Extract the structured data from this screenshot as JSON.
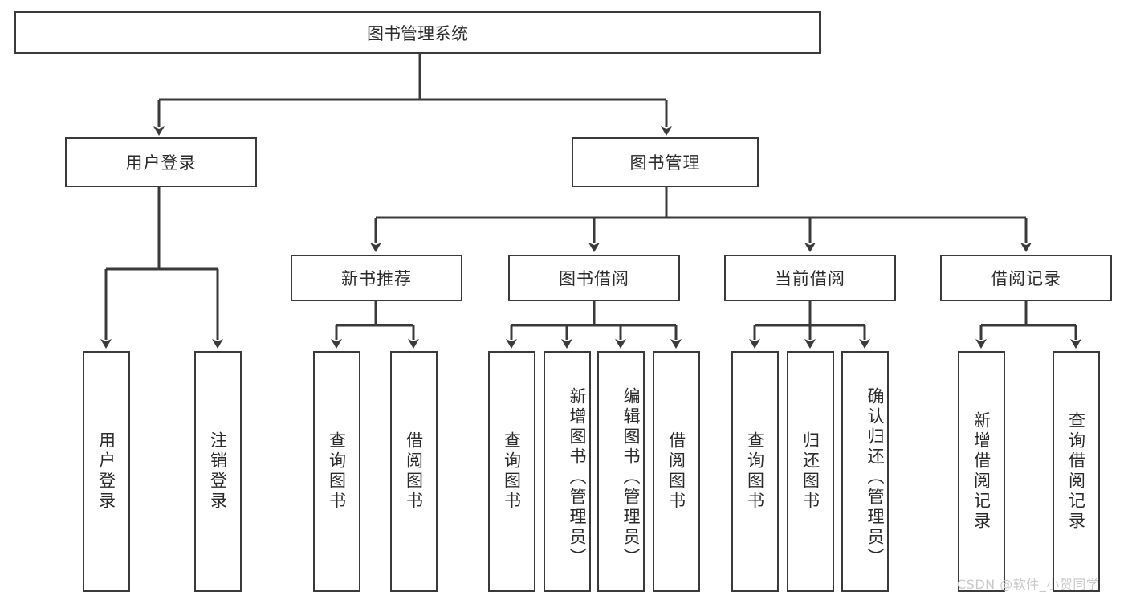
{
  "diagram": {
    "type": "tree",
    "title": "图书管理系统",
    "root": {
      "label": "图书管理系统"
    },
    "level2": [
      {
        "label": "用户登录"
      },
      {
        "label": "图书管理"
      }
    ],
    "level3": [
      {
        "label": "新书推荐"
      },
      {
        "label": "图书借阅"
      },
      {
        "label": "当前借阅"
      },
      {
        "label": "借阅记录"
      }
    ],
    "leaves": {
      "user_login": [
        {
          "label": "用户登录"
        },
        {
          "label": "注销登录"
        }
      ],
      "new_book": [
        {
          "label": "查询图书"
        },
        {
          "label": "借阅图书"
        }
      ],
      "book_borrow": [
        {
          "label": "查询图书"
        },
        {
          "label": "新增图书（管理员）"
        },
        {
          "label": "编辑图书（管理员）"
        },
        {
          "label": "借阅图书"
        }
      ],
      "current_borrow": [
        {
          "label": "查询图书"
        },
        {
          "label": "归还图书"
        },
        {
          "label": "确认归还（管理员）"
        }
      ],
      "borrow_record": [
        {
          "label": "新增借阅记录"
        },
        {
          "label": "查询借阅记录"
        }
      ]
    }
  },
  "watermark": {
    "text": "CSDN @软件_小贺同学"
  },
  "colors": {
    "stroke": "#3a3a3a",
    "box_fill": "#ffffff",
    "text": "#2b2b2b",
    "watermark": "#c9c9c9",
    "background": "#ffffff"
  }
}
